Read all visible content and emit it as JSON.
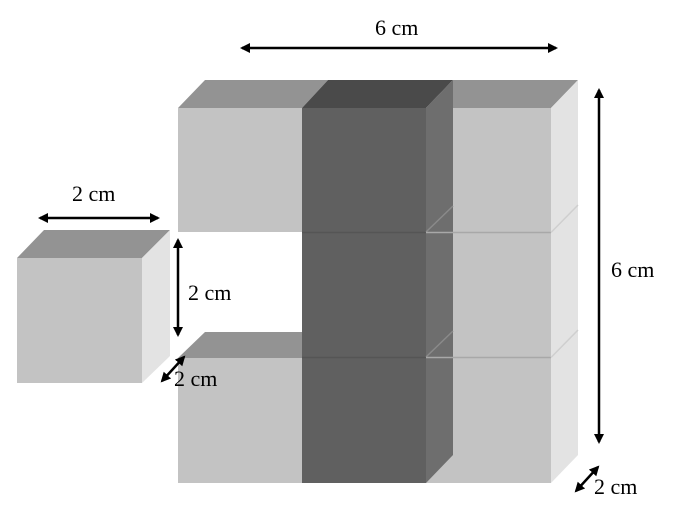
{
  "diagram": {
    "title": "",
    "labels": {
      "top_width": "6 cm",
      "right_height": "6 cm",
      "bottom_depth": "2 cm",
      "small_width": "2 cm",
      "small_height": "2 cm",
      "small_depth": "2 cm"
    },
    "colors": {
      "light_front": "#c3c3c3",
      "light_top": "#939393",
      "light_side": "#e3e3e3",
      "dark_front": "#606060",
      "dark_top": "#4a4a4a",
      "dark_side": "#6e6e6e",
      "arrow": "#000000"
    },
    "description": "A 6 cm x 6 cm x 2 cm slab built from 2 cm cubes with the middle-left cube removed; the middle column is highlighted dark. A separate 2 cm cube is shown at left."
  }
}
